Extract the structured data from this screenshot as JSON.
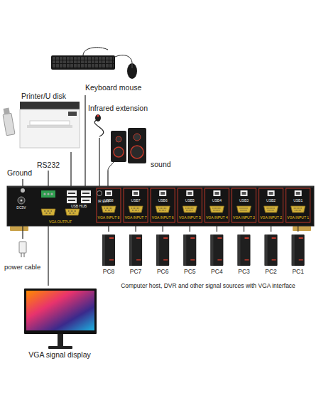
{
  "diagram": {
    "nodes": [
      {
        "text": [
          "Keyboard mouse"
        ]
      },
      {
        "text": [
          "Printer/U disk"
        ]
      },
      {
        "text": [
          "Infrared extension"
        ]
      },
      {
        "text": [
          "sound"
        ]
      },
      {
        "text": [
          "DC5V",
          "USB HUB",
          "IR EXT",
          "VGA OUTPUT",
          "USB8",
          "USB7",
          "USB6",
          "USB5",
          "USB4",
          "USB3",
          "USB2",
          "USB1",
          "VGA INPUT 8",
          "VGA INPUT 7",
          "VGA INPUT 6",
          "VGA INPUT 5",
          "VGA INPUT 4",
          "VGA INPUT 3",
          "VGA INPUT 2",
          "VGA INPUT 1"
        ]
      },
      {
        "text": [
          "power cable"
        ]
      },
      {
        "text": [
          "PC8"
        ]
      },
      {
        "text": [
          "PC7"
        ]
      },
      {
        "text": [
          "PC6"
        ]
      },
      {
        "text": [
          "PC5"
        ]
      },
      {
        "text": [
          "PC4"
        ]
      },
      {
        "text": [
          "PC3"
        ]
      },
      {
        "text": [
          "PC2"
        ]
      },
      {
        "text": [
          "PC1"
        ]
      },
      {
        "text": [
          "VGA signal display"
        ]
      }
    ],
    "edges": [
      {
        "from": 0,
        "to": 4,
        "arrow": "none"
      },
      {
        "from": 1,
        "to": 4,
        "arrow": "none"
      },
      {
        "from": 2,
        "to": 4,
        "arrow": "none"
      },
      {
        "from": 3,
        "to": 4,
        "arrow": "none"
      },
      {
        "from": 5,
        "to": 4,
        "arrow": "none"
      },
      {
        "from": 6,
        "to": 4,
        "arrow": "none"
      },
      {
        "from": 7,
        "to": 4,
        "arrow": "none"
      },
      {
        "from": 8,
        "to": 4,
        "arrow": "none"
      },
      {
        "from": 9,
        "to": 4,
        "arrow": "none"
      },
      {
        "from": 10,
        "to": 4,
        "arrow": "none"
      },
      {
        "from": 11,
        "to": 4,
        "arrow": "none"
      },
      {
        "from": 12,
        "to": 4,
        "arrow": "none"
      },
      {
        "from": 13,
        "to": 4,
        "arrow": "none"
      },
      {
        "from": 4,
        "to": 14,
        "arrow": "none"
      }
    ],
    "labels": [
      "RS232",
      "Ground",
      "Computer host, DVR and other signal sources with VGA interface"
    ]
  }
}
